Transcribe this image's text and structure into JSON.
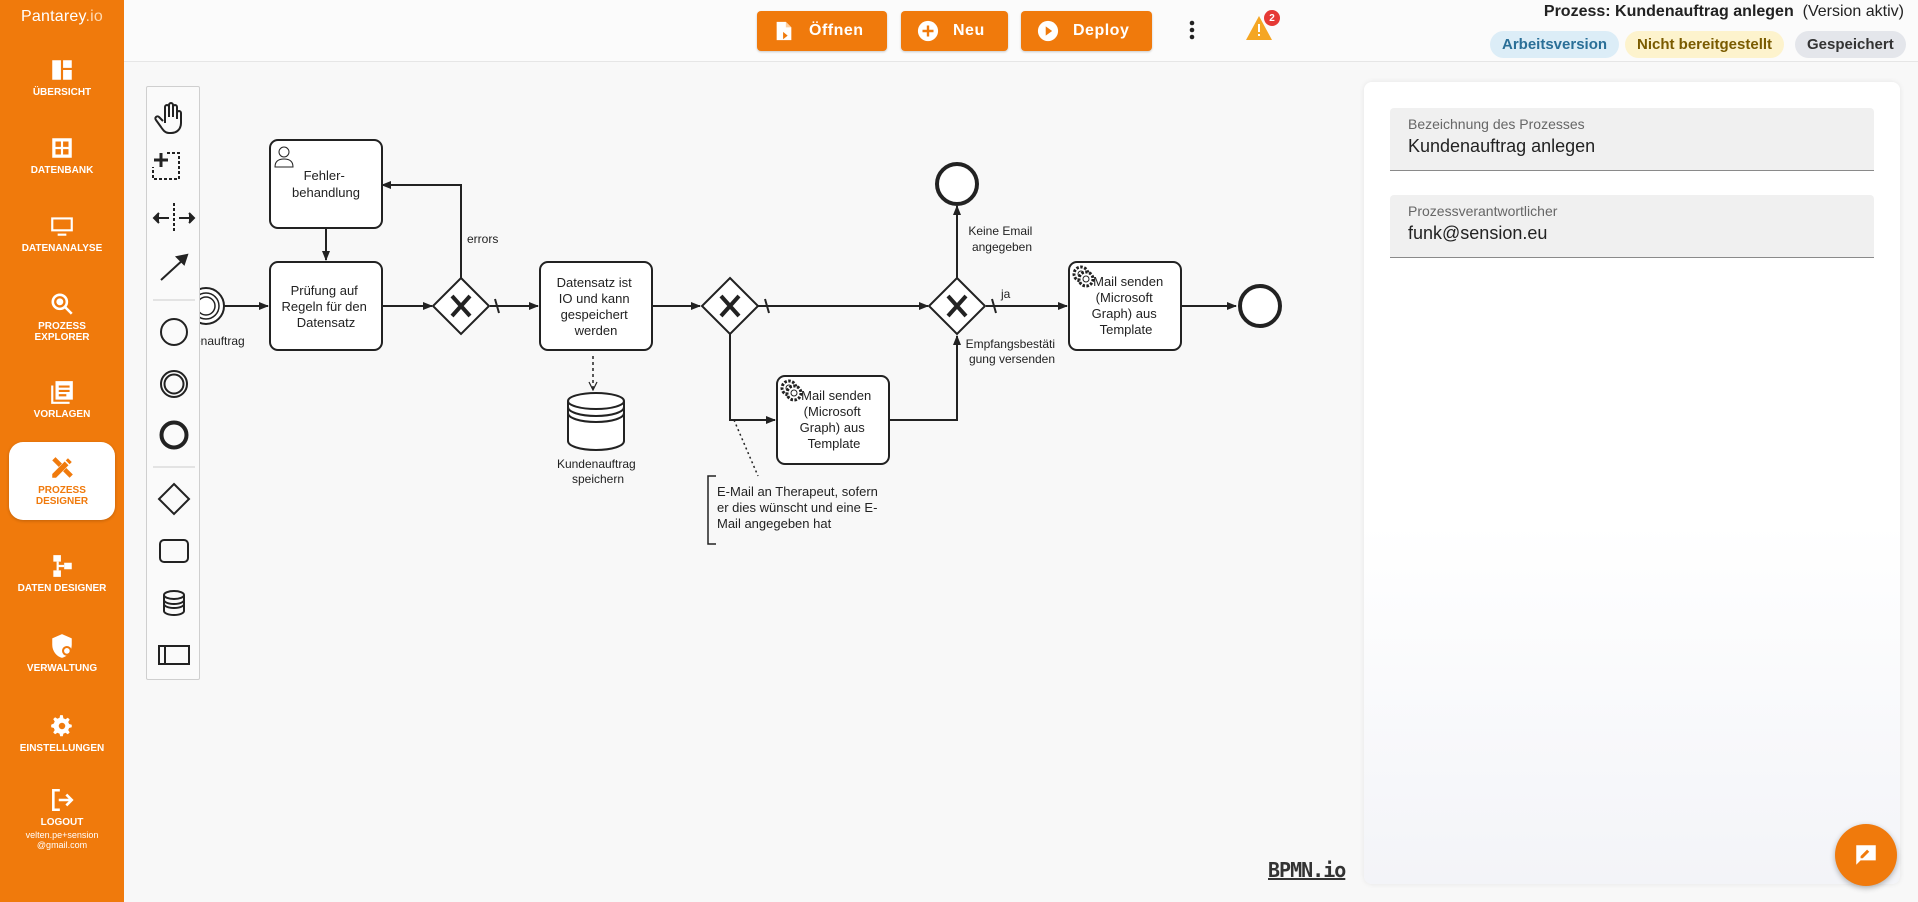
{
  "app": {
    "brand_main": "Pantarey",
    "brand_suffix": ".io"
  },
  "sidebar": {
    "items": [
      {
        "label": "ÜBERSICHT"
      },
      {
        "label": "DATENBANK"
      },
      {
        "label": "DATENANALYSE"
      },
      {
        "label": "PROZESS\nEXPLORER"
      },
      {
        "label": "VORLAGEN"
      },
      {
        "label": "PROZESS\nDESIGNER"
      },
      {
        "label": "DATEN DESIGNER"
      },
      {
        "label": "VERWALTUNG"
      },
      {
        "label": "EINSTELLUNGEN"
      },
      {
        "label": "LOGOUT"
      }
    ],
    "user_email": "velten.pe+sension\n@gmail.com"
  },
  "toolbar": {
    "open_label": "Öffnen",
    "new_label": "Neu",
    "deploy_label": "Deploy",
    "warning_count": "2"
  },
  "process": {
    "title_prefix": "Prozess: Kundenauftrag anlegen",
    "title_suffix": "(Version aktiv)",
    "chips": [
      {
        "label": "Arbeitsversion",
        "bg": "#dcedf7",
        "fg": "#2a6f97"
      },
      {
        "label": "Nicht bereitgestellt",
        "bg": "#fdf3cd",
        "fg": "#7a5b00"
      },
      {
        "label": "Gespeichert",
        "bg": "#e4e6eb",
        "fg": "#333333"
      }
    ]
  },
  "diagram": {
    "start_label": "enauftrag",
    "task_error": [
      "Fehler-",
      "behandlung"
    ],
    "task_check": [
      "Prüfung auf",
      "Regeln für den",
      "Datensatz"
    ],
    "errors_label": "errors",
    "task_saved": [
      "Datensatz ist",
      "IO und kann",
      "gespeichert",
      "werden"
    ],
    "datastore_label": [
      "Kundenauftrag",
      "speichern"
    ],
    "task_mail1": [
      "Mail senden",
      "(Microsoft",
      "Graph) aus",
      "Template"
    ],
    "task_mail2": [
      "Mail senden",
      "(Microsoft",
      "Graph) aus",
      "Template"
    ],
    "no_email_label": [
      "Keine Email",
      "angegeben"
    ],
    "ja_label": "ja",
    "confirm_label": [
      "Empfangsbestäti",
      "gung versenden"
    ],
    "annotation": [
      "E-Mail an Therapeut, sofern",
      "er dies wünscht und eine E-",
      "Mail angegeben hat"
    ],
    "watermark": "BPMN.io"
  },
  "properties": {
    "name_label": "Bezeichnung des Prozesses",
    "name_value": "Kundenauftrag anlegen",
    "owner_label": "Prozessverantwortlicher",
    "owner_value": "funk@sension.eu"
  },
  "colors": {
    "accent": "#f07a0c",
    "stroke": "#222222"
  }
}
